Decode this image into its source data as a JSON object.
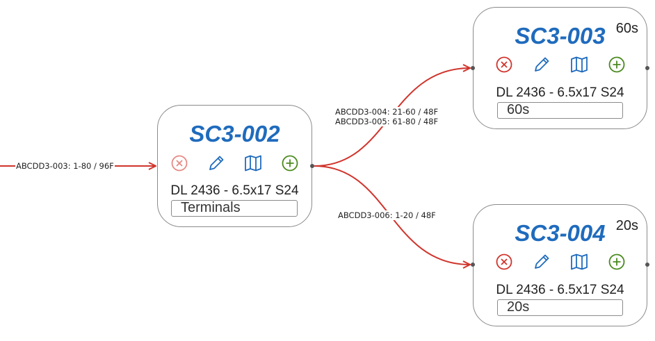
{
  "colors": {
    "edge": "#d0342c",
    "title": "#1f6bbd",
    "remove_icon": "#d0342c",
    "remove_icon_muted": "#e58a85",
    "edit_icon": "#1f6bbd",
    "map_icon": "#1f6bbd",
    "add_icon": "#4a8a1e",
    "node_border": "#8a8a8a"
  },
  "incoming_edge": {
    "label": "ABCDD3-003: 1-80 / 96F"
  },
  "edges": [
    {
      "labels": [
        "ABCDD3-004: 21-60 / 48F",
        "ABCDD3-005: 61-80 / 48F"
      ]
    },
    {
      "labels": [
        "ABCDD3-006: 1-20 / 48F"
      ]
    }
  ],
  "nodes": [
    {
      "title": "SC3-002",
      "count": "",
      "subtitle": "DL 2436 - 6.5x17 S24",
      "input_value": "Terminals",
      "icons": [
        "remove-icon",
        "edit-icon",
        "map-icon",
        "add-icon"
      ]
    },
    {
      "title": "SC3-003",
      "count": "60s",
      "subtitle": "DL 2436 - 6.5x17 S24",
      "input_value": "60s",
      "icons": [
        "remove-icon",
        "edit-icon",
        "map-icon",
        "add-icon"
      ]
    },
    {
      "title": "SC3-004",
      "count": "20s",
      "subtitle": "DL 2436 - 6.5x17 S24",
      "input_value": "20s",
      "icons": [
        "remove-icon",
        "edit-icon",
        "map-icon",
        "add-icon"
      ]
    }
  ]
}
